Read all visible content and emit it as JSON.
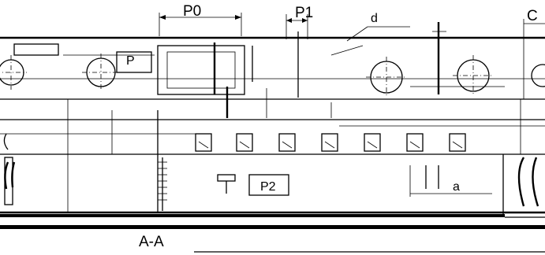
{
  "labels": {
    "p0": "P0",
    "p1": "P1",
    "d": "d",
    "c": "C",
    "p": "P",
    "p2": "P2",
    "a": "a",
    "section": "A-A"
  }
}
